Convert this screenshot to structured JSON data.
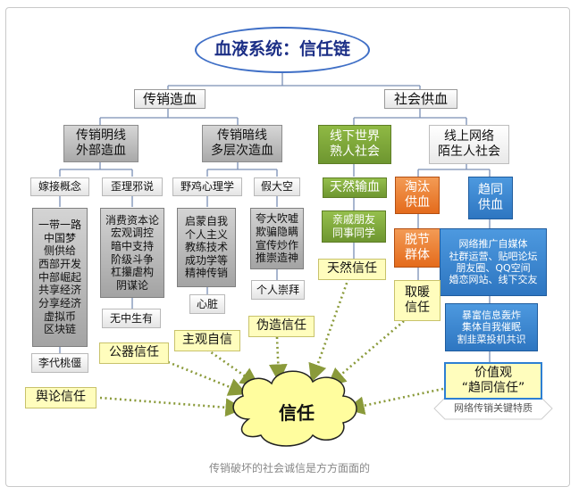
{
  "title": "血液系统：信任链",
  "branches": {
    "left": "传销造血",
    "right": "社会供血"
  },
  "categories": {
    "mlm_explicit": "传销明线\n外部造血",
    "mlm_hidden": "传销暗线\n多层次造血",
    "offline": "线下世界\n熟人社会",
    "online": "线上网络\n陌生人社会"
  },
  "subs": {
    "graft": "嫁接概念",
    "distort": "歪理邪说",
    "chicken": "野鸡心理学",
    "fake": "假大空",
    "natural": "天然输血",
    "eliminated": "淘汰\n供血",
    "common": "趋同\n供血",
    "detached": "脱节\n群体"
  },
  "lists": {
    "graft_list": "一带一路\n中国梦\n侧供给\n西部开发\n中部崛起\n共享经济\n分享经济\n虚拟币\n区块链",
    "distort_list": "消费资本论\n宏观调控\n暗中支持\n阶级斗争\n杠攥虐构\n阴谋论",
    "chicken_list": "启蒙自我\n个人主义\n教练技术\n成功学等\n精神传销",
    "fake_list": "夸大吹嘘\n欺骗隐瞒\n宣传炒作\n推崇造神",
    "relatives": "亲戚朋友\n同事同学",
    "network": "网络推广自媒体\n社群运营、贴吧论坛\n朋友圈、QQ空间\n婚恋网站、线下交友",
    "rich": "暴富信息轰炸\n集体自我催眠\n割韭菜投机共识"
  },
  "leaves": {
    "peach": "李代桃僵",
    "nothing": "无中生有",
    "heart": "心脏",
    "worship": "个人崇拜"
  },
  "trusts": {
    "opinion": "舆论信任",
    "public": "公器信任",
    "subjective": "主观自信",
    "forged": "伪造信任",
    "natural": "天然信任",
    "warm": "取暖\n信任",
    "value": "价值观\n“趋同信任”"
  },
  "center": "信任",
  "network_tag": "网络传销关键特质",
  "caption": "传销破坏的社会诚信是方方面面的",
  "colors": {
    "title_border": "#3f6fc6",
    "green": "#7aa23a",
    "orange": "#e8772a",
    "blue": "#3585d0",
    "trust_fill": "#fffdbd",
    "arrow": "#8a9a3a"
  }
}
